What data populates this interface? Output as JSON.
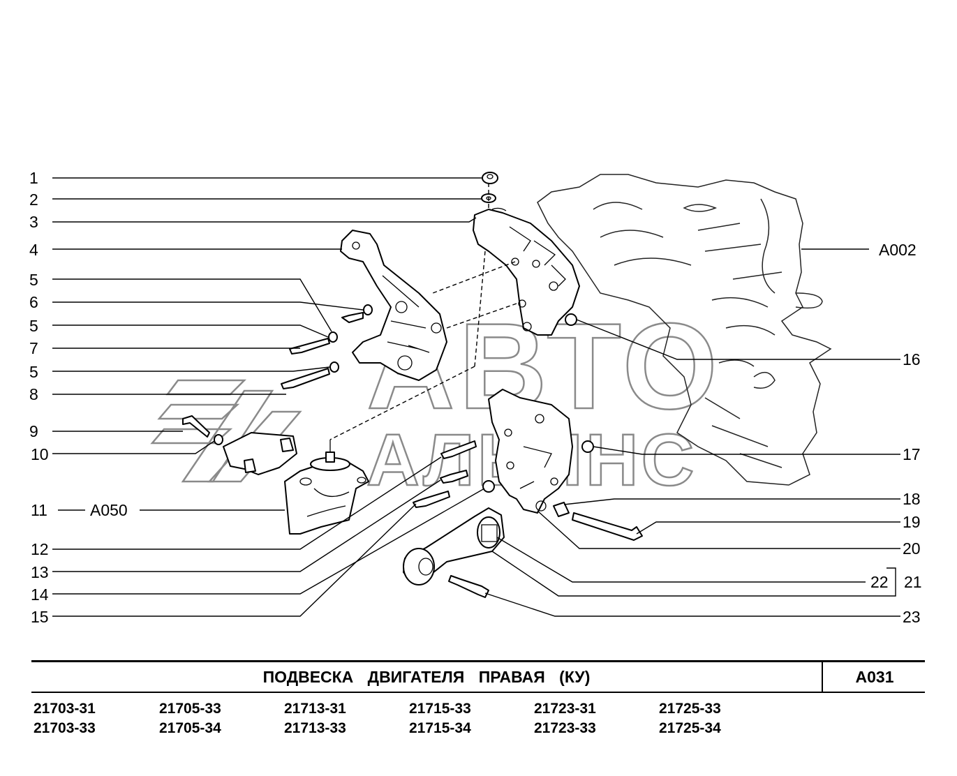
{
  "callouts_left": [
    "1",
    "2",
    "3",
    "4",
    "5",
    "6",
    "5",
    "7",
    "5",
    "8",
    "9",
    "10",
    "11",
    "12",
    "13",
    "14",
    "15"
  ],
  "callouts_right": [
    "16",
    "17",
    "18",
    "19",
    "20",
    "22",
    "21",
    "23"
  ],
  "refs": {
    "engine": "A002",
    "mount": "A050"
  },
  "watermark": {
    "line1": "АВТО",
    "line2": "АЛЬЯНС"
  },
  "title": "ПОДВЕСКА  ДВИГАТЕЛЯ  ПРАВАЯ  (КУ)",
  "code": "A031",
  "models": [
    [
      "21703-31",
      "21703-33"
    ],
    [
      "21705-33",
      "21705-34"
    ],
    [
      "21713-31",
      "21713-33"
    ],
    [
      "21715-33",
      "21715-34"
    ],
    [
      "21723-31",
      "21723-33"
    ],
    [
      "21725-33",
      "21725-34"
    ]
  ]
}
